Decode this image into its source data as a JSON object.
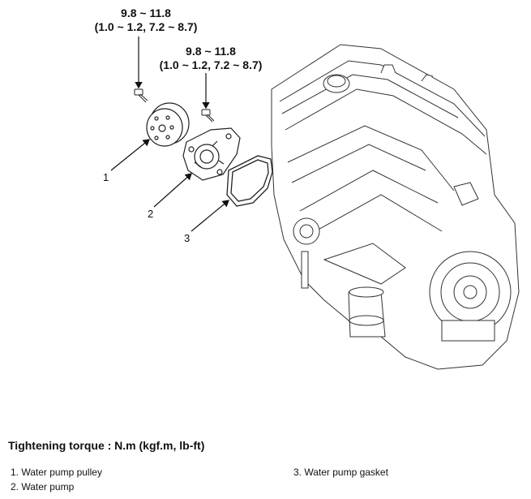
{
  "figure": {
    "torque_labels": [
      {
        "line1": "9.8 ~ 11.8",
        "line2": "(1.0 ~ 1.2, 7.2 ~ 8.7)"
      },
      {
        "line1": "9.8 ~ 11.8",
        "line2": "(1.0 ~ 1.2, 7.2 ~ 8.7)"
      }
    ],
    "callouts": [
      "1",
      "2",
      "3"
    ]
  },
  "caption": {
    "title": "Tightening torque : N.m (kgf.m, lb-ft)",
    "legend": [
      "1. Water pump pulley",
      "2. Water pump",
      "3. Water pump gasket"
    ]
  }
}
